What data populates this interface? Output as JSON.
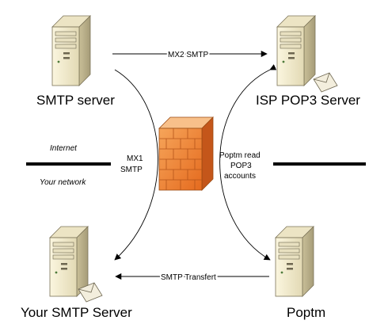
{
  "nodes": {
    "smtp_server": {
      "label": "SMTP server",
      "icon": "server-icon"
    },
    "isp_pop3": {
      "label": "ISP POP3 Server",
      "icon": "server-with-mail-icon"
    },
    "your_smtp": {
      "label": "Your SMTP Server",
      "icon": "server-with-mail-icon"
    },
    "poptm": {
      "label": "Poptm",
      "icon": "server-icon"
    },
    "firewall": {
      "icon": "firewall-icon"
    }
  },
  "edges": {
    "mx2": {
      "label": "MX2 SMTP"
    },
    "mx1_line1": "MX1",
    "mx1_line2": "SMTP",
    "poptm_read_1": "Poptm read",
    "poptm_read_2": "POP3",
    "poptm_read_3": "accounts",
    "smtp_transfert": {
      "label": "SMTP Transfert"
    }
  },
  "zones": {
    "internet": "Internet",
    "your_network": "Your network"
  }
}
